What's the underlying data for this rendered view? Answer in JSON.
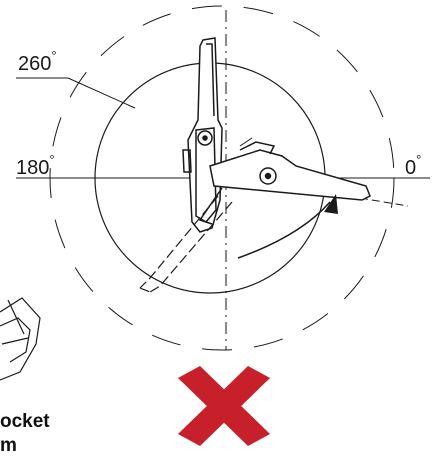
{
  "labels": {
    "deg_260": "260",
    "deg_180": "180",
    "deg_0": "0",
    "degree_symbol": "°"
  },
  "caption": {
    "line1": "ocket",
    "line2": "m"
  },
  "colors": {
    "line": "#1a1a1a",
    "cross": "#c8202a"
  },
  "icons": {
    "rotation_arrow": "curved-arrow-icon",
    "prohibited": "red-x-cross-icon"
  }
}
